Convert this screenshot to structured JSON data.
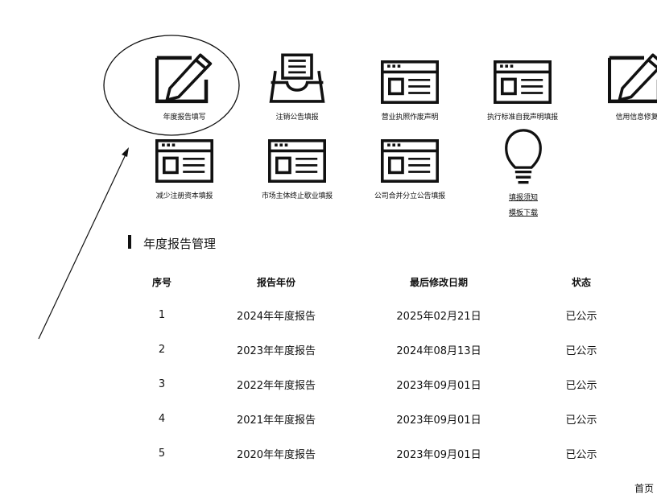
{
  "tiles_row1": [
    {
      "label": "年度报告填写",
      "icon": "pencil-edit-icon"
    },
    {
      "label": "注销公告填报",
      "icon": "inbox-tray-icon"
    },
    {
      "label": "营业执照作废声明",
      "icon": "document-window-icon"
    },
    {
      "label": "执行标准自我声明填报",
      "icon": "document-window-icon"
    },
    {
      "label": "信用信息修复",
      "icon": "pencil-edit-icon"
    }
  ],
  "tiles_row2": [
    {
      "label": "减少注册资本填报",
      "icon": "document-window-icon"
    },
    {
      "label": "市场主体终止歇业填报",
      "icon": "document-window-icon"
    },
    {
      "label": "公司合并分立公告填报",
      "icon": "document-window-icon"
    }
  ],
  "help": {
    "icon": "lightbulb-icon",
    "notice_link": "填报须知",
    "template_link": "模板下载"
  },
  "section": {
    "title": "年度报告管理"
  },
  "table": {
    "headers": [
      "序号",
      "报告年份",
      "最后修改日期",
      "状态"
    ],
    "rows": [
      [
        "1",
        "2024年年度报告",
        "2025年02月21日",
        "已公示"
      ],
      [
        "2",
        "2023年年度报告",
        "2024年08月13日",
        "已公示"
      ],
      [
        "3",
        "2022年年度报告",
        "2023年09月01日",
        "已公示"
      ],
      [
        "4",
        "2021年年度报告",
        "2023年09月01日",
        "已公示"
      ],
      [
        "5",
        "2020年年度报告",
        "2023年09月01日",
        "已公示"
      ]
    ]
  },
  "pager": {
    "first_label": "首页"
  }
}
